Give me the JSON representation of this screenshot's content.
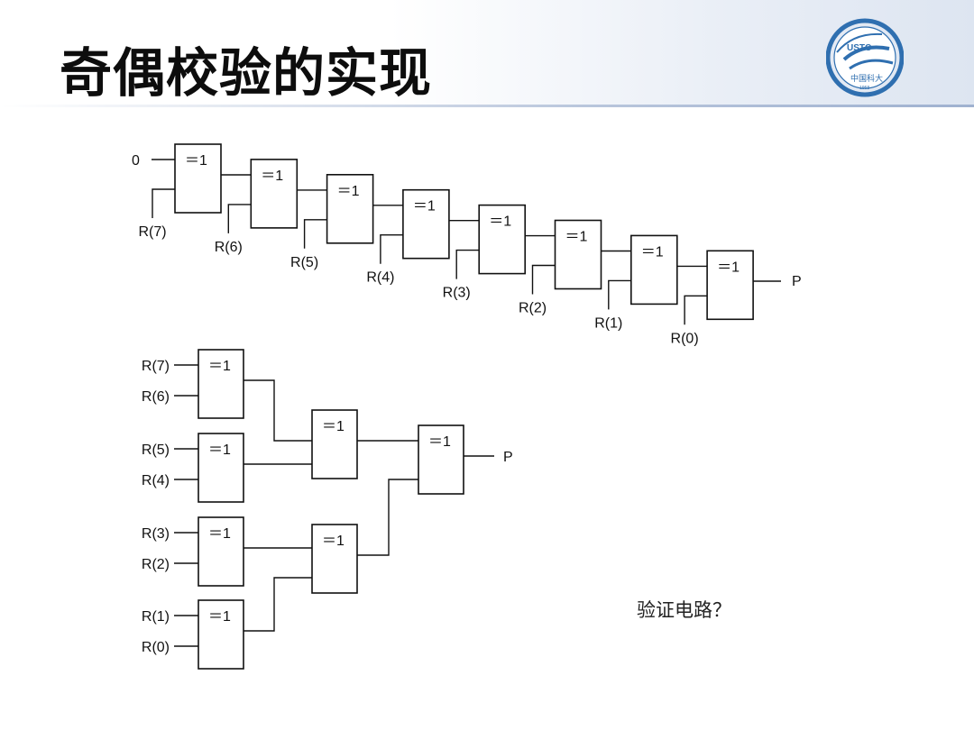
{
  "title": "奇偶校验的实现",
  "logo": {
    "top_text": "USTC",
    "bottom_text": "中国科大",
    "year": "1958",
    "color": "#2f6fb0"
  },
  "gate_label": "=1",
  "serial_chain": {
    "constant_input": "0",
    "inputs": [
      "R(7)",
      "R(6)",
      "R(5)",
      "R(4)",
      "R(3)",
      "R(2)",
      "R(1)",
      "R(0)"
    ],
    "output": "P"
  },
  "tree": {
    "leaf_inputs": [
      [
        "R(7)",
        "R(6)"
      ],
      [
        "R(5)",
        "R(4)"
      ],
      [
        "R(3)",
        "R(2)"
      ],
      [
        "R(1)",
        "R(0)"
      ]
    ],
    "output": "P"
  },
  "question": "验证电路？"
}
